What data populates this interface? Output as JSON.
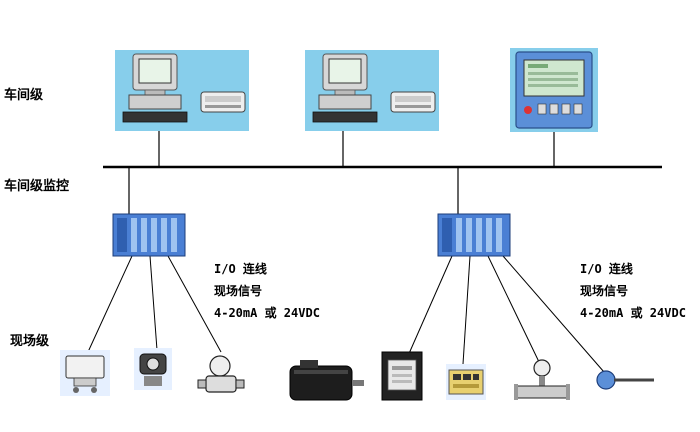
{
  "levels": {
    "workshop": "车间级",
    "workshop_monitor": "车间级监控",
    "field": "现场级"
  },
  "signal_annotations": [
    {
      "line1": "I/O 连线",
      "line2": "现场信号",
      "line3": "4-20mA 或 24VDC"
    },
    {
      "line1": "I/O 连线",
      "line2": "现场信号",
      "line3": "4-20mA 或 24VDC"
    }
  ],
  "colors": {
    "workstation_bg": "#87ceeb",
    "plc_rack": "#4a7fd4",
    "bus_line": "#000000",
    "hmi_body": "#5b8fd8"
  },
  "icons": [
    "pc-workstation-icon",
    "pc-workstation-icon",
    "operator-panel-icon",
    "plc-rack-icon",
    "plc-rack-icon",
    "valve-actuator-icon",
    "camera-sensor-icon",
    "control-valve-icon",
    "servo-motor-icon",
    "motor-drive-icon",
    "terminal-module-icon",
    "flow-meter-icon",
    "temperature-sensor-icon"
  ]
}
